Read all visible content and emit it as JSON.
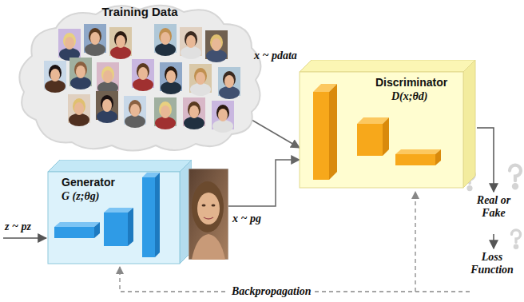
{
  "diagram": {
    "nodes": [
      {
        "text": [
          "Training Data"
        ]
      },
      {
        "text": [
          "Generator",
          "G (z;θg)"
        ]
      },
      {
        "text": [
          "Discriminator",
          "D(x;θd)"
        ]
      }
    ],
    "edges": [
      {
        "from": 0,
        "to": 2,
        "arrow": "to"
      },
      {
        "from": 1,
        "to": 2,
        "arrow": "to"
      }
    ],
    "labels": [
      "x ~ pdata",
      "x ~ pg",
      "z ~ pz",
      "Real or Fake",
      "Loss Function",
      "Backpropagation"
    ]
  }
}
